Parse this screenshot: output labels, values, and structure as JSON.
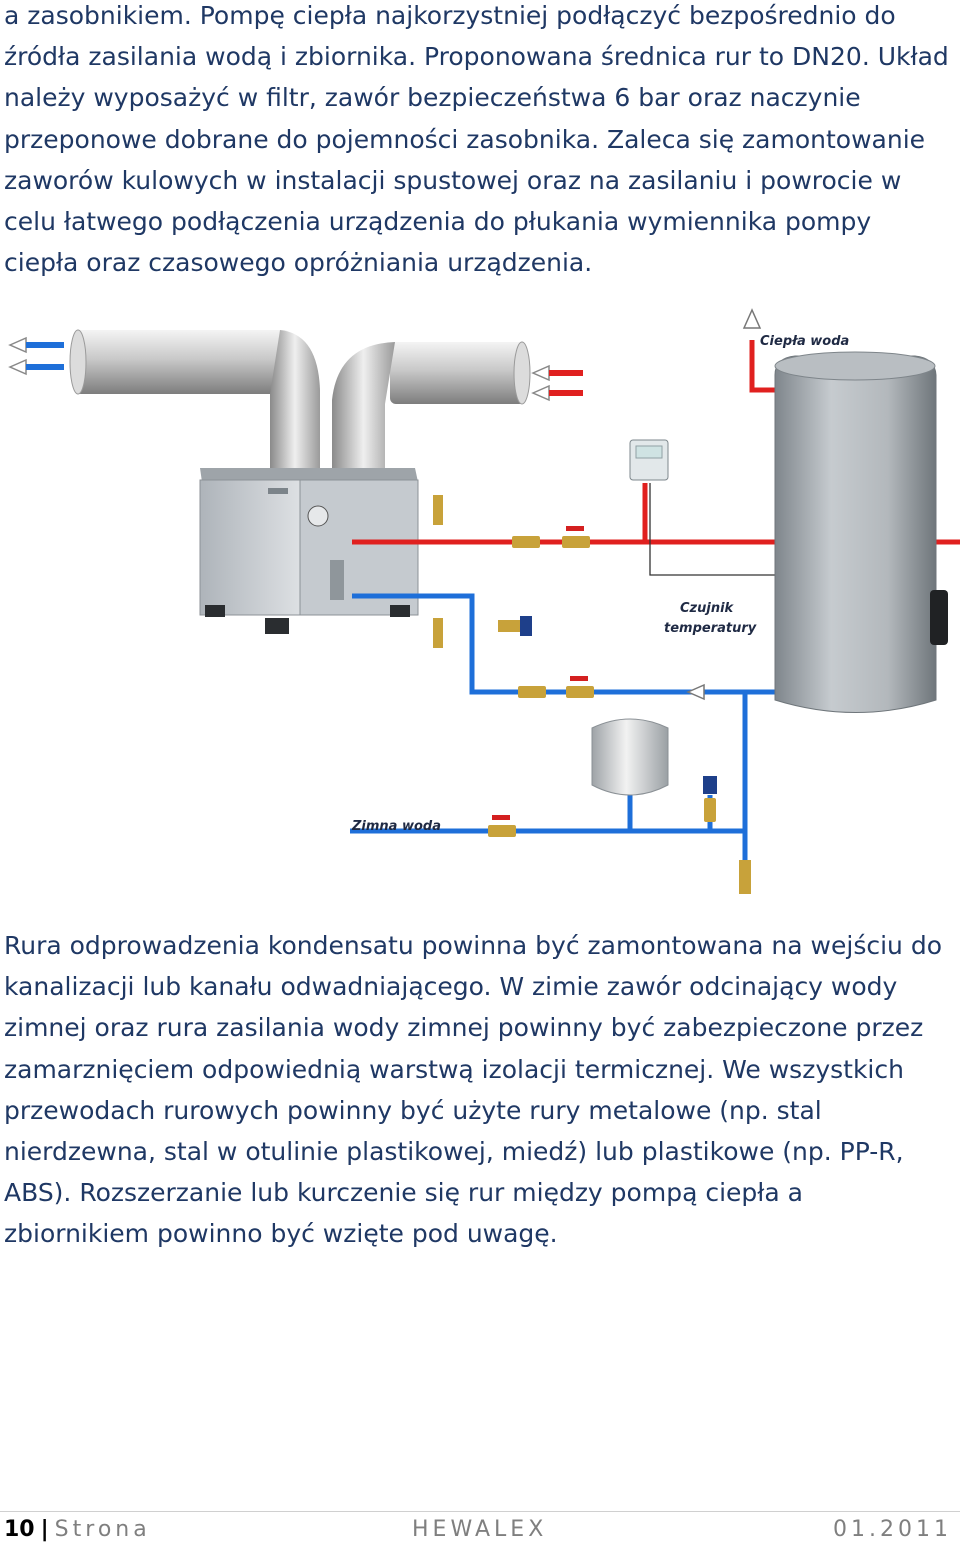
{
  "paragraph_top": "a zasobnikiem. Pompę ciepła najkorzystniej podłączyć bezpośrednio do źródła zasilania wodą i zbiornika. Proponowana średnica rur to DN20. Układ należy wyposażyć w filtr, zawór bezpieczeństwa 6 bar oraz naczynie przeponowe dobrane do pojemności zasobnika. Zaleca się zamontowanie zaworów kulowych w instalacji spustowej oraz na zasilaniu i powrocie w celu łatwego podłączenia urządzenia do płukania wymiennika pompy ciepła oraz czasowego opróżniania urządzenia.",
  "diagram": {
    "label_hot_water": "Ciepła woda",
    "label_sensor_line1": "Czujnik",
    "label_sensor_line2": "temperatury",
    "label_cold_water": "Zimna woda",
    "colors": {
      "hot": "#e0201f",
      "cold": "#1e6fd9",
      "tank": "#a9aeb3",
      "valve": "#c8a23a",
      "handle": "#d42020"
    }
  },
  "paragraph_bottom": "Rura odprowadzenia kondensatu powinna być zamontowana na wejściu do kanalizacji lub kanału odwadniającego. W zimie zawór odcinający wody zimnej oraz rura zasilania wody zimnej powinny być zabezpieczone przez zamarznięciem odpowiednią warstwą izolacji termicznej. We wszystkich przewodach rurowych powinny być użyte rury metalowe (np. stal nierdzewna, stal w otulinie plastikowej, miedź) lub plastikowe (np. PP-R, ABS). Rozszerzanie lub kurczenie się rur między pompą ciepła a zbiornikiem powinno być wzięte pod uwagę.",
  "footer": {
    "page_number": "10",
    "separator": "|",
    "page_word": "Strona",
    "company": "HEWALEX",
    "date": "01.2011"
  }
}
